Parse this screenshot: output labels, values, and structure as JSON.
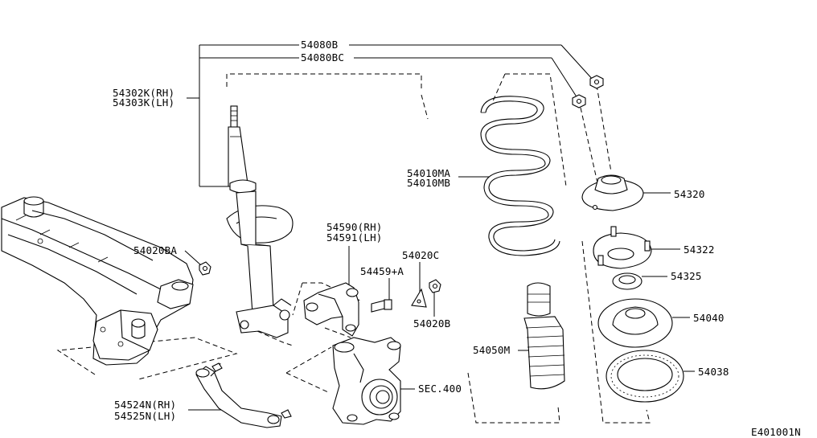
{
  "diagram": {
    "drawing_code": "E401001N",
    "labels": {
      "p54080B": "54080B",
      "p54080BC": "54080BC",
      "p54302K": "54302K(RH)",
      "p54303K": "54303K(LH)",
      "p54010MA": "54010MA",
      "p54010MB": "54010MB",
      "p54320": "54320",
      "p54322": "54322",
      "p54325": "54325",
      "p54040": "54040",
      "p54038": "54038",
      "p54050M": "54050M",
      "p54020BA": "54020BA",
      "p54590": "54590(RH)",
      "p54591": "54591(LH)",
      "p54459A": "54459+A",
      "p54020C": "54020C",
      "p54020B": "54020B",
      "sec400": "SEC.400",
      "p54524N": "54524N(RH)",
      "p54525N": "54525N(LH)"
    }
  }
}
